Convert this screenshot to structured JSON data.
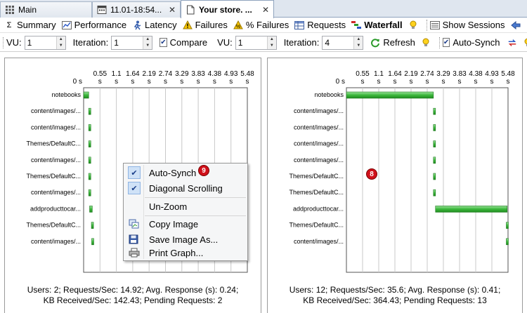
{
  "tabs": [
    {
      "label": "Main",
      "icon": "grid-icon"
    },
    {
      "label": "11.01-18:54...",
      "icon": "calendar-icon",
      "close": "✕"
    },
    {
      "label": "Your store. ...",
      "icon": "document-icon",
      "close": "✕"
    }
  ],
  "toolbar1": {
    "summary": "Summary",
    "performance": "Performance",
    "latency": "Latency",
    "failures": "Failures",
    "pct_failures": "% Failures",
    "requests": "Requests",
    "waterfall": "Waterfall",
    "show_sessions": "Show Sessions"
  },
  "toolbar2": {
    "vu_label": "VU:",
    "vu_left": "1",
    "iteration_label": "Iteration:",
    "iteration_left": "1",
    "compare": "Compare",
    "vu_right": "1",
    "iteration_right": "4",
    "refresh": "Refresh",
    "autosynch": "Auto-Synch"
  },
  "charts": [
    {
      "x_ticks": [
        "0 s",
        "0.55 s",
        "1.1 s",
        "1.64 s",
        "2.19 s",
        "2.74 s",
        "3.29 s",
        "3.83 s",
        "4.38 s",
        "4.93 s",
        "5.48 s"
      ],
      "rows": [
        "notebooks",
        "content/images/...",
        "content/images/...",
        "Themes/DefaultC...",
        "content/images/...",
        "Themes/DefaultC...",
        "content/images/...",
        "addproducttocar...",
        "Themes/DefaultC...",
        "content/images/..."
      ],
      "stats_line1": "Users: 2;   Requests/Sec: 14.92;   Avg. Response (s): 0.24;",
      "stats_line2": "KB Received/Sec: 142.43;   Pending Requests: 2"
    },
    {
      "x_ticks": [
        "0 s",
        "0.55 s",
        "1.1 s",
        "1.64 s",
        "2.19 s",
        "2.74 s",
        "3.29 s",
        "3.83 s",
        "4.38 s",
        "4.93 s",
        "5.48 s"
      ],
      "rows": [
        "notebooks",
        "content/images/...",
        "content/images/...",
        "content/images/...",
        "content/images/...",
        "Themes/DefaultC...",
        "Themes/DefaultC...",
        "addproducttocar...",
        "Themes/DefaultC...",
        "content/images/..."
      ],
      "stats_line1": "Users: 12;   Requests/Sec: 35.6;   Avg. Response (s): 0.41;",
      "stats_line2": "KB Received/Sec: 364.43;   Pending Requests: 13"
    }
  ],
  "context_menu": {
    "items": [
      {
        "label": "Auto-Synch",
        "checked": true
      },
      {
        "label": "Diagonal Scrolling",
        "checked": true
      },
      {
        "label": "Un-Zoom"
      },
      {
        "label": "Copy Image",
        "icon": "copy-icon"
      },
      {
        "label": "Save Image As...",
        "icon": "save-icon"
      },
      {
        "label": "Print Graph...",
        "icon": "print-icon"
      }
    ]
  },
  "badges": {
    "menu": "9",
    "chart": "8"
  },
  "colors": {
    "bar_green": "#3cb83c",
    "badge_red": "#d0101a",
    "tab_bg": "#dfe6ef"
  },
  "chart_data": [
    {
      "type": "bar",
      "orientation": "horizontal-waterfall",
      "xlim": [
        0,
        5.48
      ],
      "categories": [
        "notebooks",
        "content/images/...",
        "content/images/...",
        "Themes/DefaultC...",
        "content/images/...",
        "Themes/DefaultC...",
        "content/images/...",
        "addproducttocar...",
        "Themes/DefaultC...",
        "content/images/..."
      ],
      "bars": [
        {
          "start": 0.0,
          "end": 0.17
        },
        {
          "start": 0.17,
          "end": 0.21
        },
        {
          "start": 0.17,
          "end": 0.21
        },
        {
          "start": 0.17,
          "end": 0.2
        },
        {
          "start": 0.17,
          "end": 0.21
        },
        {
          "start": 0.17,
          "end": 0.21
        },
        {
          "start": 0.17,
          "end": 0.2
        },
        {
          "start": 0.2,
          "end": 0.29
        },
        {
          "start": 0.26,
          "end": 0.31
        },
        {
          "start": 0.27,
          "end": 0.3
        }
      ]
    },
    {
      "type": "bar",
      "orientation": "horizontal-waterfall",
      "xlim": [
        0,
        5.48
      ],
      "categories": [
        "notebooks",
        "content/images/...",
        "content/images/...",
        "content/images/...",
        "content/images/...",
        "Themes/DefaultC...",
        "Themes/DefaultC...",
        "addproducttocar...",
        "Themes/DefaultC...",
        "content/images/..."
      ],
      "bars": [
        {
          "start": 0.0,
          "end": 2.95
        },
        {
          "start": 2.95,
          "end": 3.02
        },
        {
          "start": 2.95,
          "end": 3.02
        },
        {
          "start": 2.95,
          "end": 3.02
        },
        {
          "start": 2.95,
          "end": 3.02
        },
        {
          "start": 2.95,
          "end": 3.02
        },
        {
          "start": 2.95,
          "end": 3.02
        },
        {
          "start": 3.02,
          "end": 5.45
        },
        {
          "start": 5.42,
          "end": 5.48
        },
        {
          "start": 5.42,
          "end": 5.48
        }
      ]
    }
  ]
}
